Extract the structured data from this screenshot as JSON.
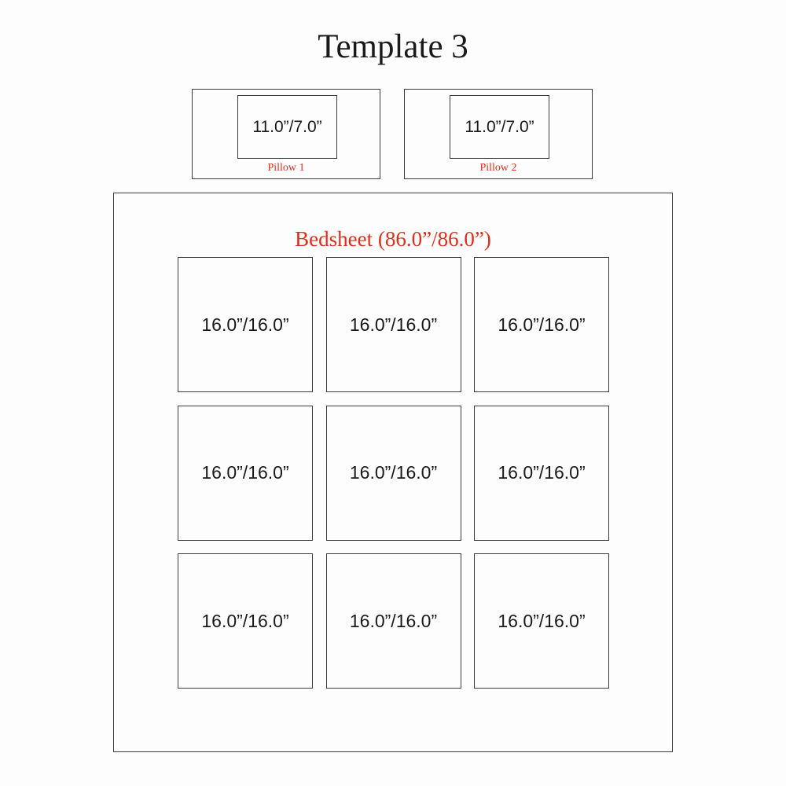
{
  "title": "Template 3",
  "pillows": [
    {
      "size": "11.0”/7.0”",
      "label": "Pillow 1"
    },
    {
      "size": "11.0”/7.0”",
      "label": "Pillow 2"
    }
  ],
  "bedsheet": {
    "label": "Bedsheet (86.0”/86.0”)",
    "panels": [
      "16.0”/16.0”",
      "16.0”/16.0”",
      "16.0”/16.0”",
      "16.0”/16.0”",
      "16.0”/16.0”",
      "16.0”/16.0”",
      "16.0”/16.0”",
      "16.0”/16.0”",
      "16.0”/16.0”"
    ]
  },
  "colors": {
    "label_red": "#d9301c",
    "outline": "#3a3a3a",
    "text": "#1a1a1a"
  }
}
